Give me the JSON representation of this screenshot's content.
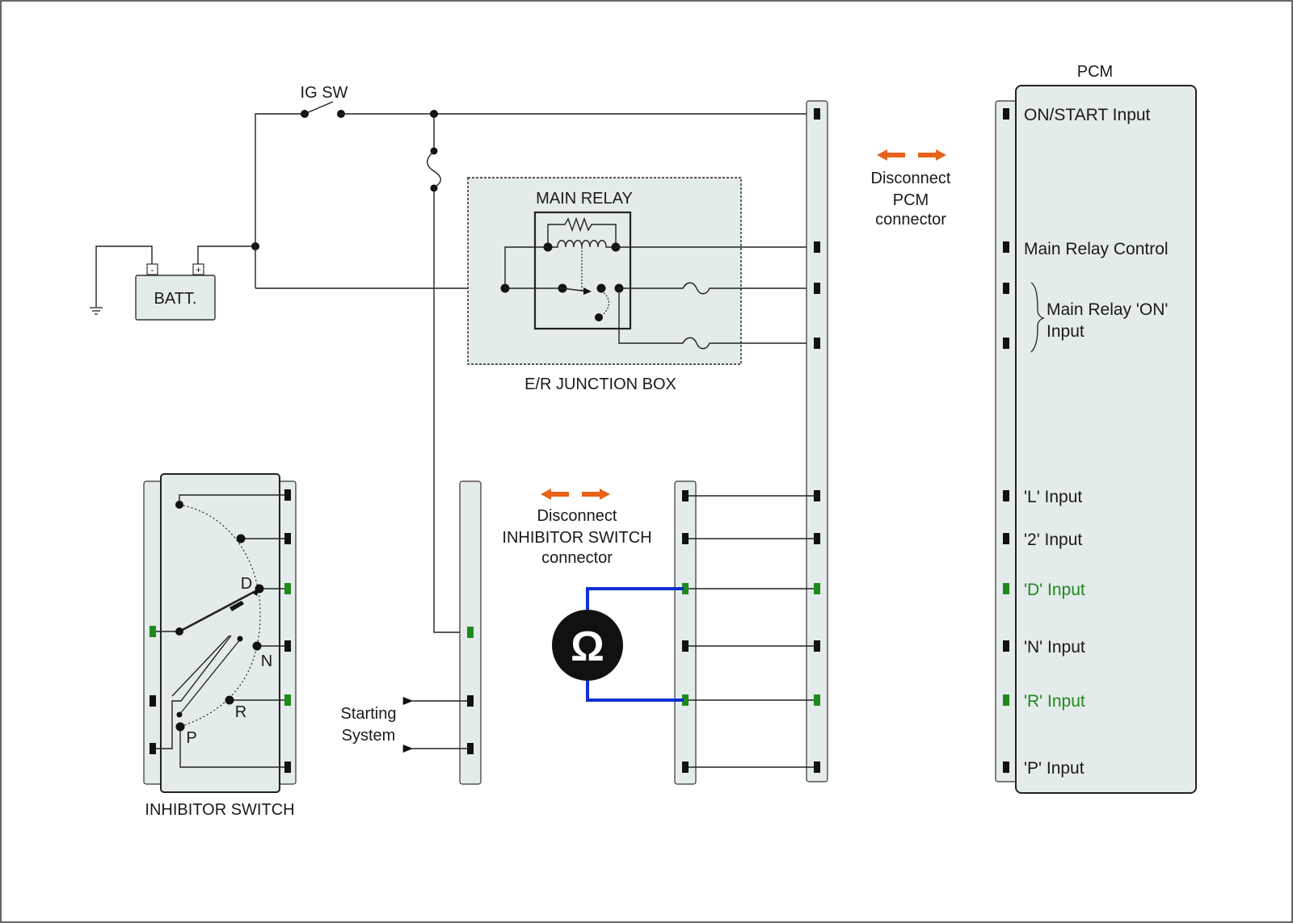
{
  "labels": {
    "ig_sw": "IG SW",
    "batt": "BATT.",
    "batt_minus": "-",
    "batt_plus": "+",
    "main_relay": "MAIN RELAY",
    "junction_box": "E/R JUNCTION BOX",
    "pcm": "PCM",
    "inhibitor_switch": "INHIBITOR SWITCH",
    "starting_system_line1": "Starting",
    "starting_system_line2": "System",
    "ohm_symbol": "Ω",
    "pos_d": "D",
    "pos_n": "N",
    "pos_r": "R",
    "pos_p": "P"
  },
  "disconnect_pcm": {
    "line1": "Disconnect",
    "line2": "PCM",
    "line3": "connector"
  },
  "disconnect_inhibitor": {
    "line1": "Disconnect",
    "line2": "INHIBITOR SWITCH",
    "line3": "connector"
  },
  "pcm_pins": {
    "on_start": "ON/START Input",
    "main_relay_control": "Main Relay Control",
    "main_relay_on_line1": "Main Relay 'ON'",
    "main_relay_on_line2": "Input",
    "l_input": "'L' Input",
    "two_input": "'2' Input",
    "d_input": "'D' Input",
    "n_input": "'N' Input",
    "r_input": "'R' Input",
    "p_input": "'P' Input"
  },
  "colors": {
    "highlight_pin": "#1e8a1e",
    "meter_lead": "#1030d0",
    "disconnect_arrow": "#e8621a",
    "connector_fill": "#e4ebeb",
    "junction_box_fill": "#e4ebeb"
  }
}
